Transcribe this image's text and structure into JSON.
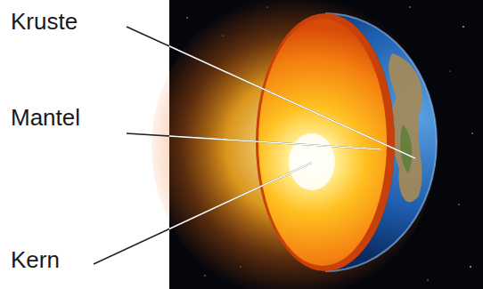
{
  "diagram": {
    "labels": [
      "Kruste",
      "Mantel",
      "Kern"
    ]
  }
}
